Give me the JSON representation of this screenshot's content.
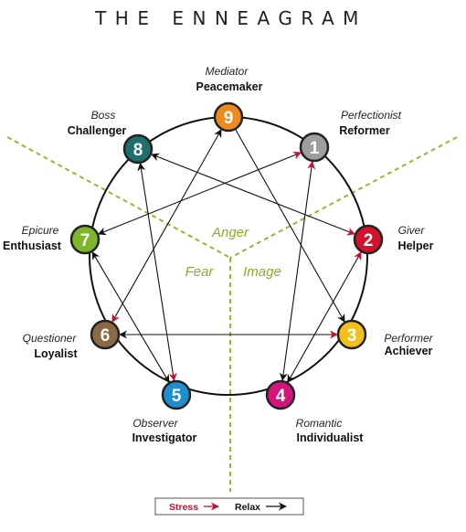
{
  "title": "THE ENNEAGRAM",
  "zones": {
    "anger": "Anger",
    "fear": "Fear",
    "image": "Image"
  },
  "types": [
    {
      "number": "1",
      "role": "Perfectionist",
      "name": "Reformer",
      "color": "#9e9e9e"
    },
    {
      "number": "2",
      "role": "Giver",
      "name": "Helper",
      "color": "#d3122a"
    },
    {
      "number": "3",
      "role": "Performer",
      "name": "Achiever",
      "color": "#f2c01a"
    },
    {
      "number": "4",
      "role": "Romantic",
      "name": "Individualist",
      "color": "#d4147a"
    },
    {
      "number": "5",
      "role": "Observer",
      "name": "Investigator",
      "color": "#1d8fd0"
    },
    {
      "number": "6",
      "role": "Questioner",
      "name": "Loyalist",
      "color": "#8a6a45"
    },
    {
      "number": "7",
      "role": "Epicure",
      "name": "Enthusiast",
      "color": "#7fb52a"
    },
    {
      "number": "8",
      "role": "Boss",
      "name": "Challenger",
      "color": "#1f6f6d"
    },
    {
      "number": "9",
      "role": "Mediator",
      "name": "Peacemaker",
      "color": "#ee8a1c"
    }
  ],
  "legend": {
    "stress": "Stress",
    "relax": "Relax"
  },
  "colors": {
    "stress": "#c8102e",
    "relax": "#111111",
    "divider": "#9ab52e"
  }
}
